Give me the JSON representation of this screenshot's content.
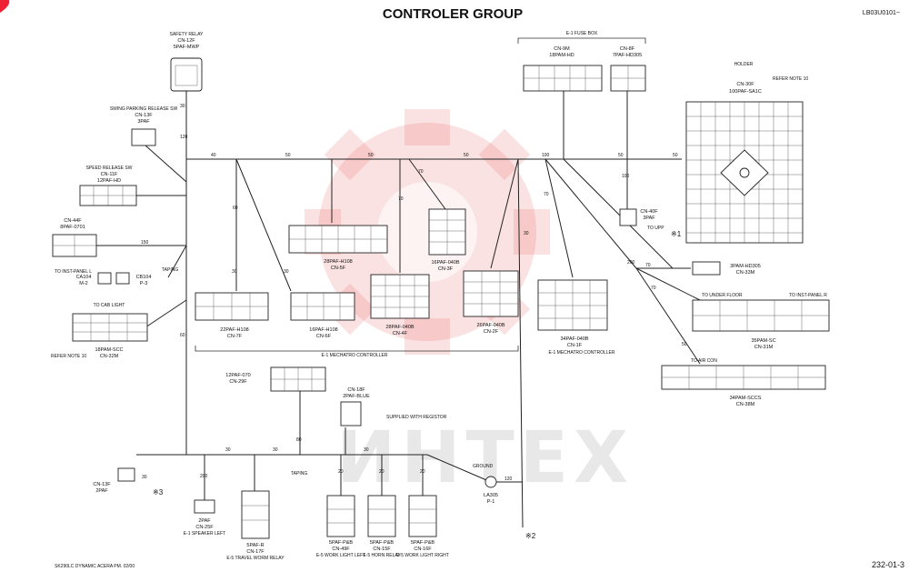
{
  "header": {
    "title": "CONTROLER GROUP",
    "doc_code": "LB03U0101~",
    "page_number": "232-01-3",
    "footer_note": "SK290LC DYNAMIC ACERA PM. 02/00"
  },
  "watermark": {
    "text": "ИНТЕХ",
    "color": "#e84a4a"
  },
  "connectors": [
    {
      "id": "cn12f",
      "sub": "SAFETY RELAY",
      "name": "CN-12F",
      "type": "5PAF-MWP"
    },
    {
      "id": "cn13f",
      "sub": "SWING PARKING RELEASE SW",
      "name": "CN-13F",
      "type": "3PAF"
    },
    {
      "id": "cn11f",
      "sub": "SPEED RELEASE SW",
      "name": "CN-11F",
      "type": "12PAF-HD"
    },
    {
      "id": "cn44f",
      "sub": "",
      "name": "CN-44F",
      "type": "8PAF-0701"
    },
    {
      "id": "ca104",
      "sub": "",
      "name": "CA104",
      "type": "M-2"
    },
    {
      "id": "cb104",
      "sub": "",
      "name": "CB104",
      "type": "P-3"
    },
    {
      "id": "cn32m",
      "sub": "",
      "name": "CN-32M",
      "type": "18PAM-SCC"
    },
    {
      "id": "cn9m",
      "sub": "",
      "name": "CN-9M",
      "type": "18PAM-HD"
    },
    {
      "id": "cn8f",
      "sub": "",
      "name": "CN-8F",
      "type": "7PAF-HD305"
    },
    {
      "id": "cn30f",
      "sub": "",
      "name": "CN-30F",
      "type": "100PAF-SA1C"
    },
    {
      "id": "cn40f",
      "sub": "",
      "name": "CN-40F",
      "type": "3PAF"
    },
    {
      "id": "cn7f",
      "sub": "",
      "name": "CN-7F",
      "type": "22PAF-H108"
    },
    {
      "id": "cn6f",
      "sub": "",
      "name": "CN-6F",
      "type": "16PAF-H108"
    },
    {
      "id": "cn5f",
      "sub": "",
      "name": "CN-5F",
      "type": "28PAF-H108"
    },
    {
      "id": "cn3f",
      "sub": "",
      "name": "CN-3F",
      "type": "16PAF-040B"
    },
    {
      "id": "cn4f",
      "sub": "",
      "name": "CN-4F",
      "type": "28PAF-040B"
    },
    {
      "id": "cn2f",
      "sub": "",
      "name": "CN-2F",
      "type": "26PAF-040B"
    },
    {
      "id": "cn1f",
      "sub": "",
      "name": "CN-1F",
      "type": "34PAF-040B"
    },
    {
      "id": "cn33m",
      "sub": "",
      "name": "CN-33M",
      "type": "3PAM-HD305"
    },
    {
      "id": "cn31m",
      "sub": "",
      "name": "CN-31M",
      "type": "35PAM-SC"
    },
    {
      "id": "cn38m",
      "sub": "",
      "name": "CN-38M",
      "type": "34PAM-SCCS"
    },
    {
      "id": "cn29f",
      "sub": "",
      "name": "CN-29F",
      "type": "12PAF-070"
    },
    {
      "id": "cn18f",
      "sub": "",
      "name": "CN-18F",
      "type": "2PAF-BLUE"
    },
    {
      "id": "cn13fb",
      "sub": "",
      "name": "CN-13F",
      "type": "2PAF"
    },
    {
      "id": "cn25f",
      "sub": "E-1 SPEAKER LEFT",
      "name": "CN-25F",
      "type": "2PAF"
    },
    {
      "id": "cn17f",
      "sub": "E-5 TRAVEL WORM RELAY",
      "name": "CN-17F",
      "type": "5PAF-R"
    },
    {
      "id": "cn49f",
      "sub": "E-5 WORK LIGHT LEFT",
      "name": "CN-49F",
      "type": "5PAF-P&B"
    },
    {
      "id": "cn15f",
      "sub": "E-5 HORN RELAY",
      "name": "CN-15F",
      "type": "5PAF-P&B"
    },
    {
      "id": "cn16f",
      "sub": "E-5 WORK LIGHT RIGHT",
      "name": "CN-16F",
      "type": "5PAF-P&B"
    },
    {
      "id": "la305",
      "sub": "",
      "name": "LA305",
      "type": "P-1"
    }
  ],
  "wire_labels": [
    "40",
    "50",
    "50",
    "50",
    "50",
    "100",
    "50",
    "120",
    "30",
    "30",
    "30",
    "60",
    "60",
    "70",
    "70",
    "70",
    "100",
    "200",
    "70",
    "70",
    "50",
    "150",
    "30",
    "30",
    "30",
    "20",
    "20",
    "20",
    "200",
    "120",
    "30",
    "80",
    "30"
  ],
  "annotations": {
    "fuse_box": "E-1 FUSE BOX",
    "holder": "HOLDER",
    "controller_1": "E-1 MECHATRO CONTROLLER",
    "controller_2": "E-1 MECHATRO CONTROLLER",
    "refer_note": "REFER NOTE 10",
    "to_cab_light": "TO CAB LIGHT",
    "to_inst_panel_l": "TO INST-PANEL L",
    "to_inst_panel_r": "TO INST-PANEL R",
    "to_under_floor": "TO UNDER FLOOR",
    "to_air_con": "TO AIR CON",
    "to_upp": "TO UPP",
    "taping": "TAPING",
    "supplies": "SUPPLIED WITH REGISTOR",
    "ground": "GROUND",
    "mark1": "※1",
    "mark2": "※2",
    "mark3": "※3"
  }
}
